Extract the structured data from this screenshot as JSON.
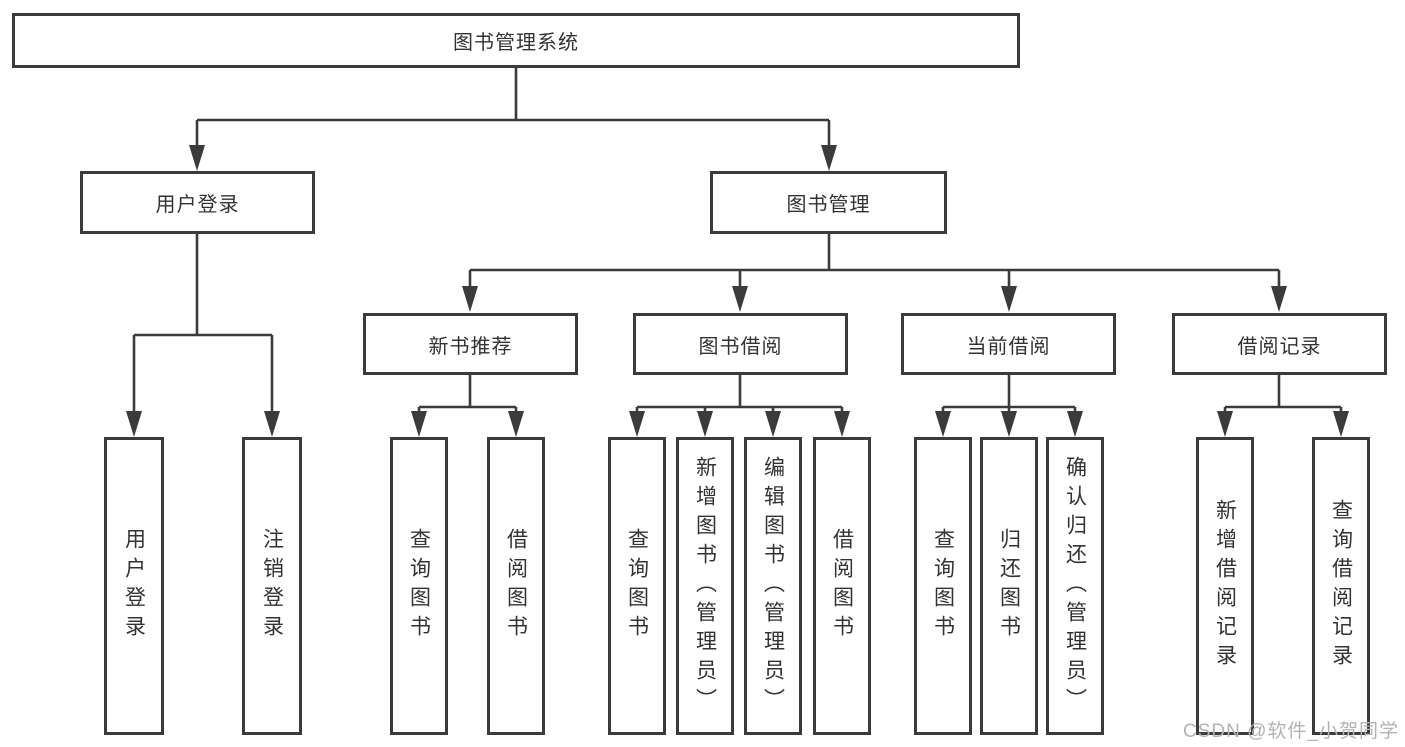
{
  "tree": {
    "root": {
      "label": "图书管理系统"
    },
    "branches": [
      {
        "label": "用户登录",
        "children": [
          {
            "label": "用户登录"
          },
          {
            "label": "注销登录"
          }
        ]
      },
      {
        "label": "图书管理",
        "children": [
          {
            "label": "新书推荐",
            "children": [
              {
                "label": "查询图书"
              },
              {
                "label": "借阅图书"
              }
            ]
          },
          {
            "label": "图书借阅",
            "children": [
              {
                "label": "查询图书"
              },
              {
                "label": "新增图书（管理员）"
              },
              {
                "label": "编辑图书（管理员）"
              },
              {
                "label": "借阅图书"
              }
            ]
          },
          {
            "label": "当前借阅",
            "children": [
              {
                "label": "查询图书"
              },
              {
                "label": "归还图书"
              },
              {
                "label": "确认归还（管理员）"
              }
            ]
          },
          {
            "label": "借阅记录",
            "children": [
              {
                "label": "新增借阅记录"
              },
              {
                "label": "查询借阅记录"
              }
            ]
          }
        ]
      }
    ]
  },
  "watermark": {
    "text": "CSDN @软件_小贺同学"
  },
  "colors": {
    "line": "#3b3b3b",
    "text": "#333333",
    "watermark": "#b3b3b3",
    "background": "#ffffff"
  }
}
